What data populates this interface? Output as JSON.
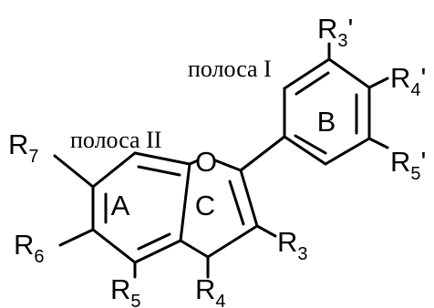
{
  "bands": {
    "band1": "полоса I",
    "band2": "полоса II"
  },
  "rings": {
    "a": "A",
    "b": "B",
    "c": "C"
  },
  "heteroatom": "O",
  "substituents": {
    "r7": {
      "base": "R",
      "sub": "7"
    },
    "r6": {
      "base": "R",
      "sub": "6"
    },
    "r5": {
      "base": "R",
      "sub": "5"
    },
    "r4": {
      "base": "R",
      "sub": "4"
    },
    "r3": {
      "base": "R",
      "sub": "3"
    },
    "r3p": {
      "base": "R",
      "sub": "3",
      "prime": "'"
    },
    "r4p": {
      "base": "R",
      "sub": "4",
      "prime": "'"
    },
    "r5p": {
      "base": "R",
      "sub": "5",
      "prime": "'"
    }
  }
}
